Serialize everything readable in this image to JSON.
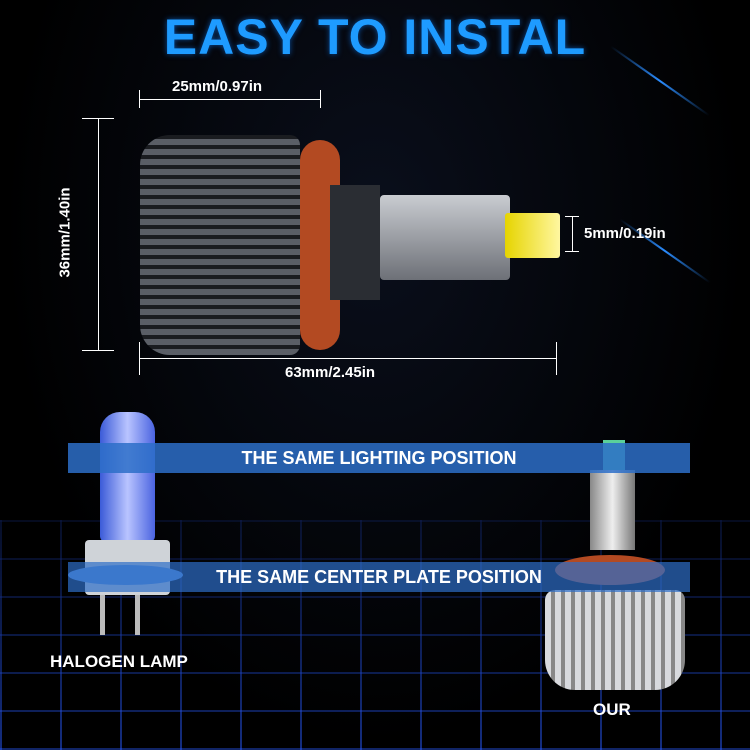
{
  "title": "EASY TO INSTAL",
  "dimensions": {
    "top_width": "25mm/0.97in",
    "height": "36mm/1.40in",
    "chip_width": "5mm/0.19in",
    "length": "63mm/2.45in"
  },
  "bars": {
    "lighting": "THE SAME LIGHTING POSITION",
    "plate": "THE SAME CENTER PLATE POSITION"
  },
  "labels": {
    "halogen": "HALOGEN LAMP",
    "ours": "OUR"
  },
  "colors": {
    "accent": "#1e9bff",
    "bar": "#2d6ec8",
    "background": "#000000"
  }
}
